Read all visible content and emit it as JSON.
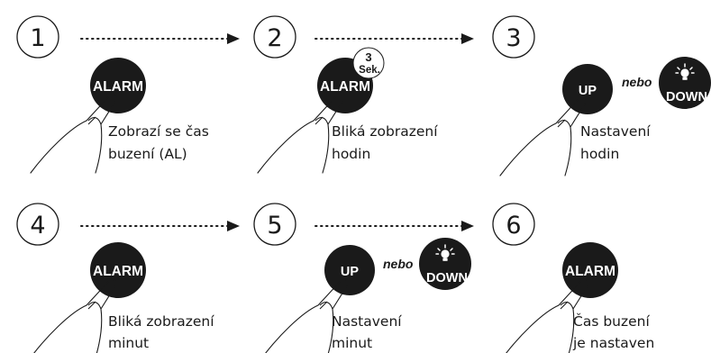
{
  "steps": [
    {
      "number": "1",
      "button": "ALARM",
      "caption": [
        "Zobrazí se čas",
        "buzení (AL)"
      ]
    },
    {
      "number": "2",
      "button": "ALARM",
      "badge": [
        "3",
        "Sek."
      ],
      "caption": [
        "Bliká zobrazení",
        "hodin"
      ]
    },
    {
      "number": "3",
      "button": "UP",
      "connector": "nebo",
      "alt_button": "DOWN",
      "alt_icon": "light-bulb-icon",
      "caption": [
        "Nastavení",
        "hodin"
      ]
    },
    {
      "number": "4",
      "button": "ALARM",
      "caption": [
        "Bliká zobrazení",
        "minut"
      ]
    },
    {
      "number": "5",
      "button": "UP",
      "connector": "nebo",
      "alt_button": "DOWN",
      "alt_icon": "light-bulb-icon",
      "caption": [
        "Nastavení",
        "minut"
      ]
    },
    {
      "number": "6",
      "button": "ALARM",
      "caption": [
        "Čas buzení",
        "je nastaven"
      ]
    }
  ],
  "colors": {
    "button": "#1a1a1a",
    "line": "#1a1a1a",
    "background": "#ffffff"
  }
}
